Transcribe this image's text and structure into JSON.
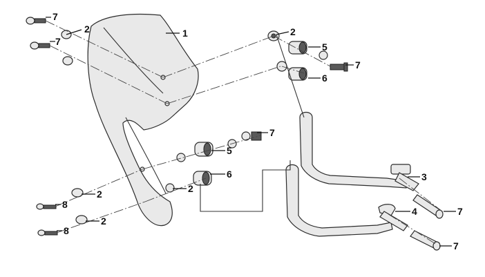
{
  "callouts": [
    {
      "id": "c1",
      "label": "1"
    },
    {
      "id": "c2a",
      "label": "2"
    },
    {
      "id": "c2b",
      "label": "2"
    },
    {
      "id": "c2c",
      "label": "2"
    },
    {
      "id": "c2d",
      "label": "2"
    },
    {
      "id": "c2e",
      "label": "2"
    },
    {
      "id": "c2f",
      "label": "2"
    },
    {
      "id": "c3",
      "label": "3"
    },
    {
      "id": "c4",
      "label": "4"
    },
    {
      "id": "c5a",
      "label": "5"
    },
    {
      "id": "c5b",
      "label": "5"
    },
    {
      "id": "c6a",
      "label": "6"
    },
    {
      "id": "c6b",
      "label": "6"
    },
    {
      "id": "c7a",
      "label": "7"
    },
    {
      "id": "c7b",
      "label": "7"
    },
    {
      "id": "c7c",
      "label": "7"
    },
    {
      "id": "c7d",
      "label": "7"
    },
    {
      "id": "c7e",
      "label": "7"
    },
    {
      "id": "c7f",
      "label": "7"
    },
    {
      "id": "c8a",
      "label": "8"
    },
    {
      "id": "c8b",
      "label": "8"
    }
  ]
}
